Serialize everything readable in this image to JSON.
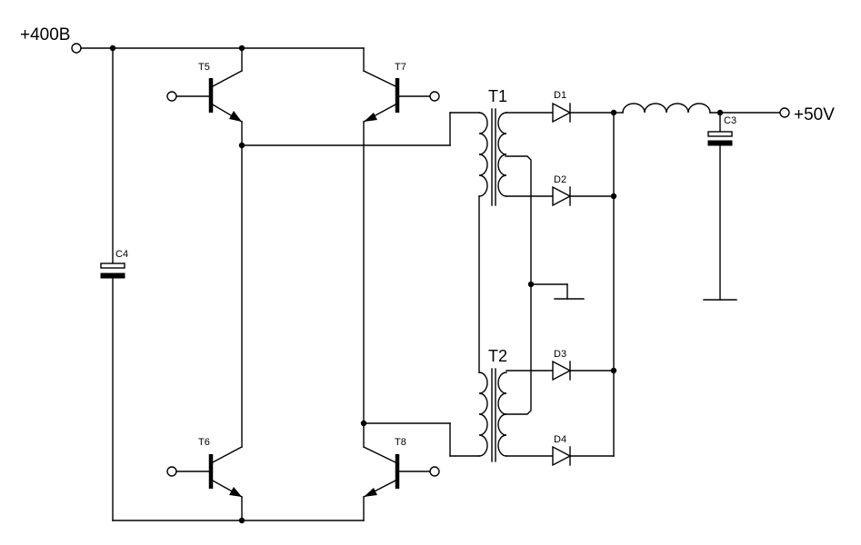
{
  "terminals": {
    "input": "+400B",
    "output": "+50V"
  },
  "transistors": {
    "t5": "T5",
    "t6": "T6",
    "t7": "T7",
    "t8": "T8"
  },
  "transformers": {
    "t1": "T1",
    "t2": "T2"
  },
  "diodes": {
    "d1": "D1",
    "d2": "D2",
    "d3": "D3",
    "d4": "D4"
  },
  "capacitors": {
    "c3": "C3",
    "c4": "C4"
  }
}
